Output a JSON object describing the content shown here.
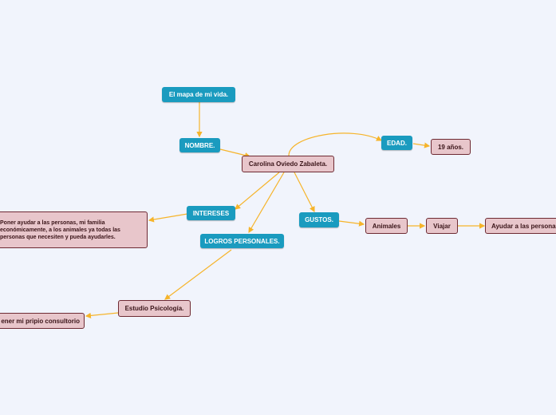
{
  "diagram": {
    "title": "El mapa de mi vida.",
    "central": "Carolina Oviedo Zabaleta.",
    "nombre": "NOMBRE.",
    "edad": "EDAD.",
    "edad_value": "19 años.",
    "intereses": "INTERESES",
    "intereses_detail": "Poner ayudar a las personas, mi familia económicamente, a los animales ya todas las personas que necesiten y pueda ayudarles.",
    "gustos": "GUSTOS.",
    "gustos_items": [
      "Animales",
      "Viajar",
      "Ayudar a las persona"
    ],
    "logros": "LOGROS PERSONALES.",
    "logros_item": "Estudio Psicología.",
    "logros_subitem": "ener mi pripio consultorio"
  },
  "colors": {
    "topic": "#1a9bbf",
    "subtopic_fill": "#e8c6cb",
    "subtopic_border": "#6e2a33",
    "connector": "#f6b42a",
    "background": "#f1f4fc"
  }
}
